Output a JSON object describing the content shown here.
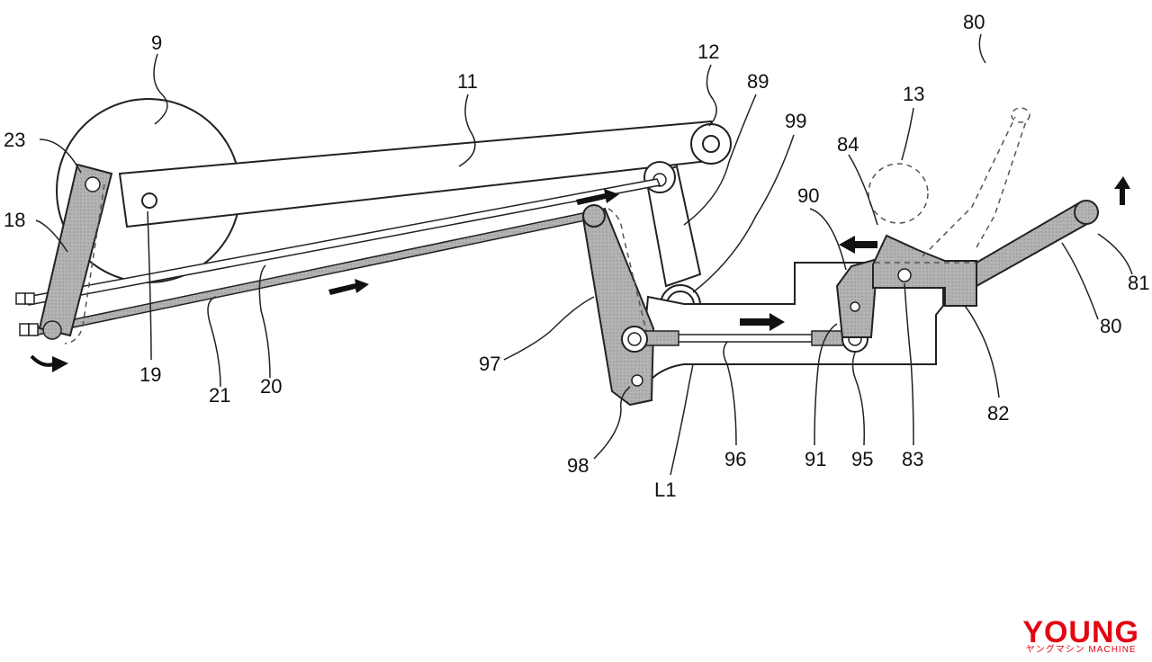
{
  "labels": {
    "l9": "9",
    "l11": "11",
    "l12": "12",
    "l89": "89",
    "l99": "99",
    "l13": "13",
    "l80_top": "80",
    "l23": "23",
    "l18": "18",
    "l84": "84",
    "l90": "90",
    "l81": "81",
    "l80_right": "80",
    "l97": "97",
    "l19": "19",
    "l21": "21",
    "l20": "20",
    "l98": "98",
    "lL1": "L1",
    "l96": "96",
    "l91": "91",
    "l95": "95",
    "l83": "83",
    "l82": "82"
  },
  "watermark": {
    "main": "YOUNG",
    "sub": "ヤングマシン MACHINE"
  },
  "colors": {
    "part_fill": "#a9a9a9",
    "line": "#222222",
    "watermark": "#e30613"
  }
}
